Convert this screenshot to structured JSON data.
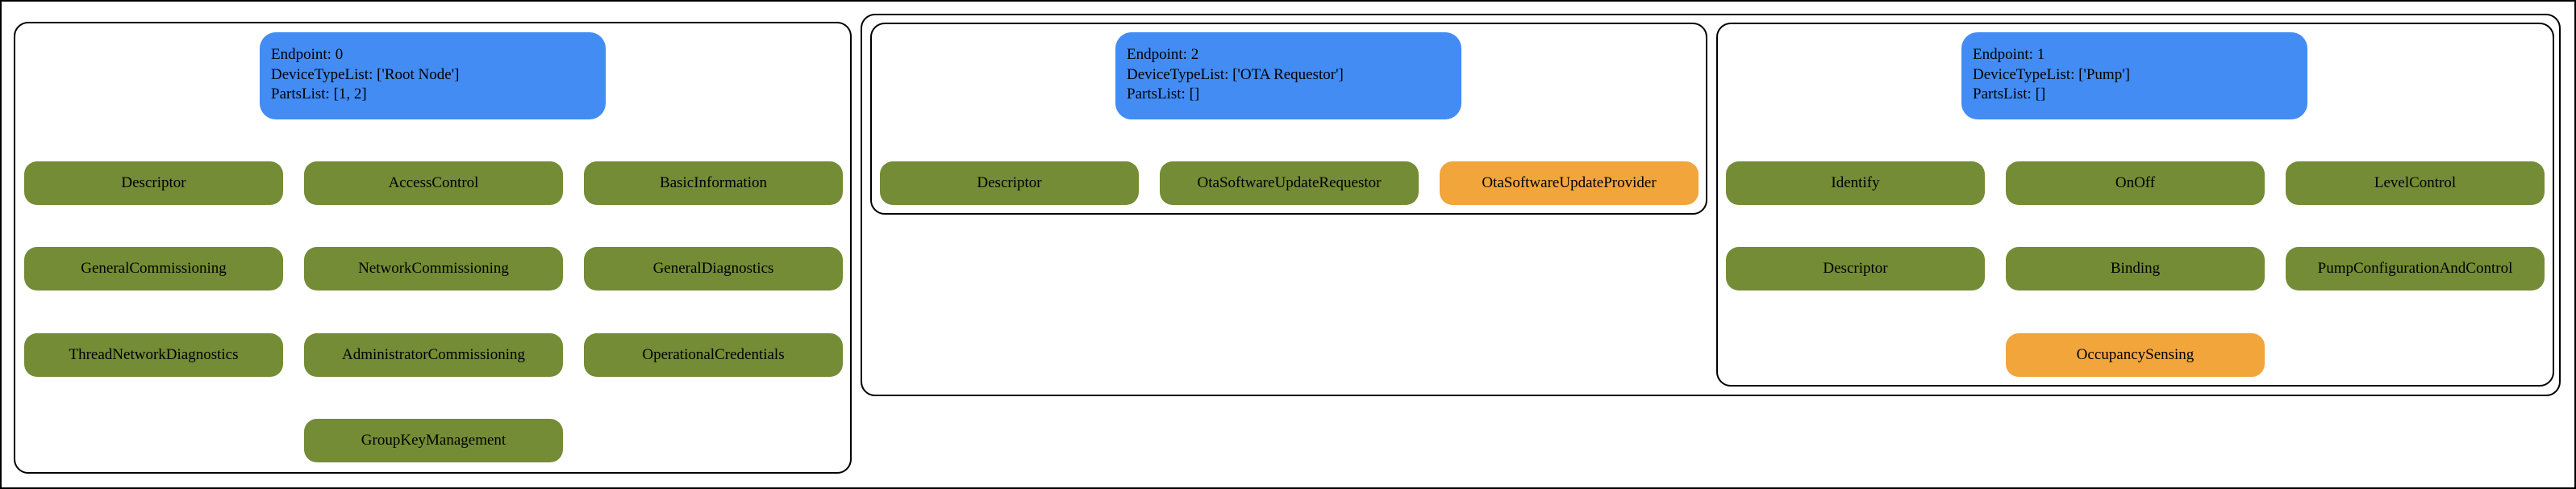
{
  "colors": {
    "endpoint_header": "#428cf4",
    "server_cluster": "#748c35",
    "client_cluster": "#f2a53a",
    "border": "#000000",
    "background": "#ffffff"
  },
  "endpoints": [
    {
      "endpoint_label": "Endpoint: 0",
      "device_type_label": "DeviceTypeList: ['Root Node']",
      "parts_label": "PartsList: [1, 2]",
      "clusters": [
        {
          "name": "Descriptor",
          "kind": "server"
        },
        {
          "name": "AccessControl",
          "kind": "server"
        },
        {
          "name": "BasicInformation",
          "kind": "server"
        },
        {
          "name": "GeneralCommissioning",
          "kind": "server"
        },
        {
          "name": "NetworkCommissioning",
          "kind": "server"
        },
        {
          "name": "GeneralDiagnostics",
          "kind": "server"
        },
        {
          "name": "ThreadNetworkDiagnostics",
          "kind": "server"
        },
        {
          "name": "AdministratorCommissioning",
          "kind": "server"
        },
        {
          "name": "OperationalCredentials",
          "kind": "server"
        },
        {
          "name": "GroupKeyManagement",
          "kind": "server"
        }
      ]
    },
    {
      "endpoint_label": "Endpoint: 2",
      "device_type_label": "DeviceTypeList: ['OTA Requestor']",
      "parts_label": "PartsList: []",
      "clusters": [
        {
          "name": "Descriptor",
          "kind": "server"
        },
        {
          "name": "OtaSoftwareUpdateRequestor",
          "kind": "server"
        },
        {
          "name": "OtaSoftwareUpdateProvider",
          "kind": "client"
        }
      ]
    },
    {
      "endpoint_label": "Endpoint: 1",
      "device_type_label": "DeviceTypeList: ['Pump']",
      "parts_label": "PartsList: []",
      "clusters": [
        {
          "name": "Identify",
          "kind": "server"
        },
        {
          "name": "OnOff",
          "kind": "server"
        },
        {
          "name": "LevelControl",
          "kind": "server"
        },
        {
          "name": "Descriptor",
          "kind": "server"
        },
        {
          "name": "Binding",
          "kind": "server"
        },
        {
          "name": "PumpConfigurationAndControl",
          "kind": "server"
        },
        {
          "name": "OccupancySensing",
          "kind": "client"
        }
      ]
    }
  ]
}
